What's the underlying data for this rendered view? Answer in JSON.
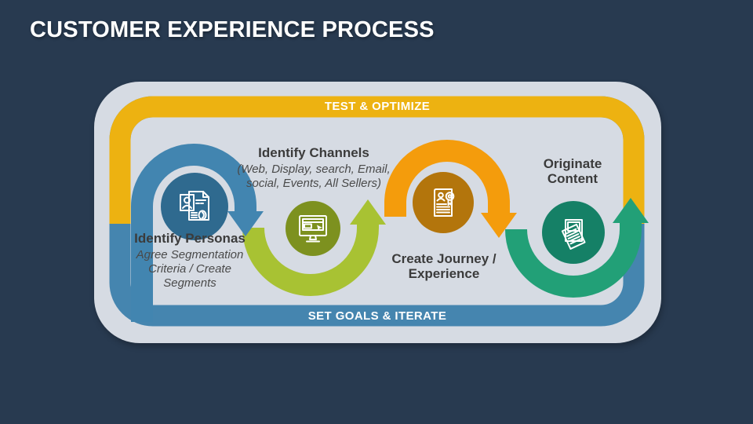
{
  "slide": {
    "title": "CUSTOMER EXPERIENCE PROCESS",
    "background_color": "#283A50",
    "panel_color": "#D6DBE3"
  },
  "bands": {
    "top": {
      "label": "TEST & OPTIMIZE",
      "color": "#EDB211"
    },
    "bottom": {
      "label": "SET GOALS & ITERATE",
      "color": "#4585AF"
    }
  },
  "steps": [
    {
      "title_lines": [
        "Identify Personas"
      ],
      "subtitle_lines": [
        "Agree Segmentation",
        "Criteria / Create",
        "Segments"
      ],
      "icon": "persona-resume-icon",
      "circle_color": "#2F6A8F",
      "arc_color": "#4285B0"
    },
    {
      "title_lines": [
        "Identify Channels"
      ],
      "subtitle_lines": [
        "(Web, Display, search, Email,",
        "social, Events, All Sellers)"
      ],
      "icon": "monitor-cursor-icon",
      "circle_color": "#7D911F",
      "arc_color": "#A8C233"
    },
    {
      "title_lines": [
        "Create Journey /",
        "Experience"
      ],
      "subtitle_lines": [],
      "icon": "journey-document-icon",
      "circle_color": "#B3750C",
      "arc_color": "#F49C0C"
    },
    {
      "title_lines": [
        "Originate",
        "Content"
      ],
      "subtitle_lines": [],
      "icon": "content-papers-icon",
      "circle_color": "#158066",
      "arc_color": "#22A077"
    }
  ]
}
